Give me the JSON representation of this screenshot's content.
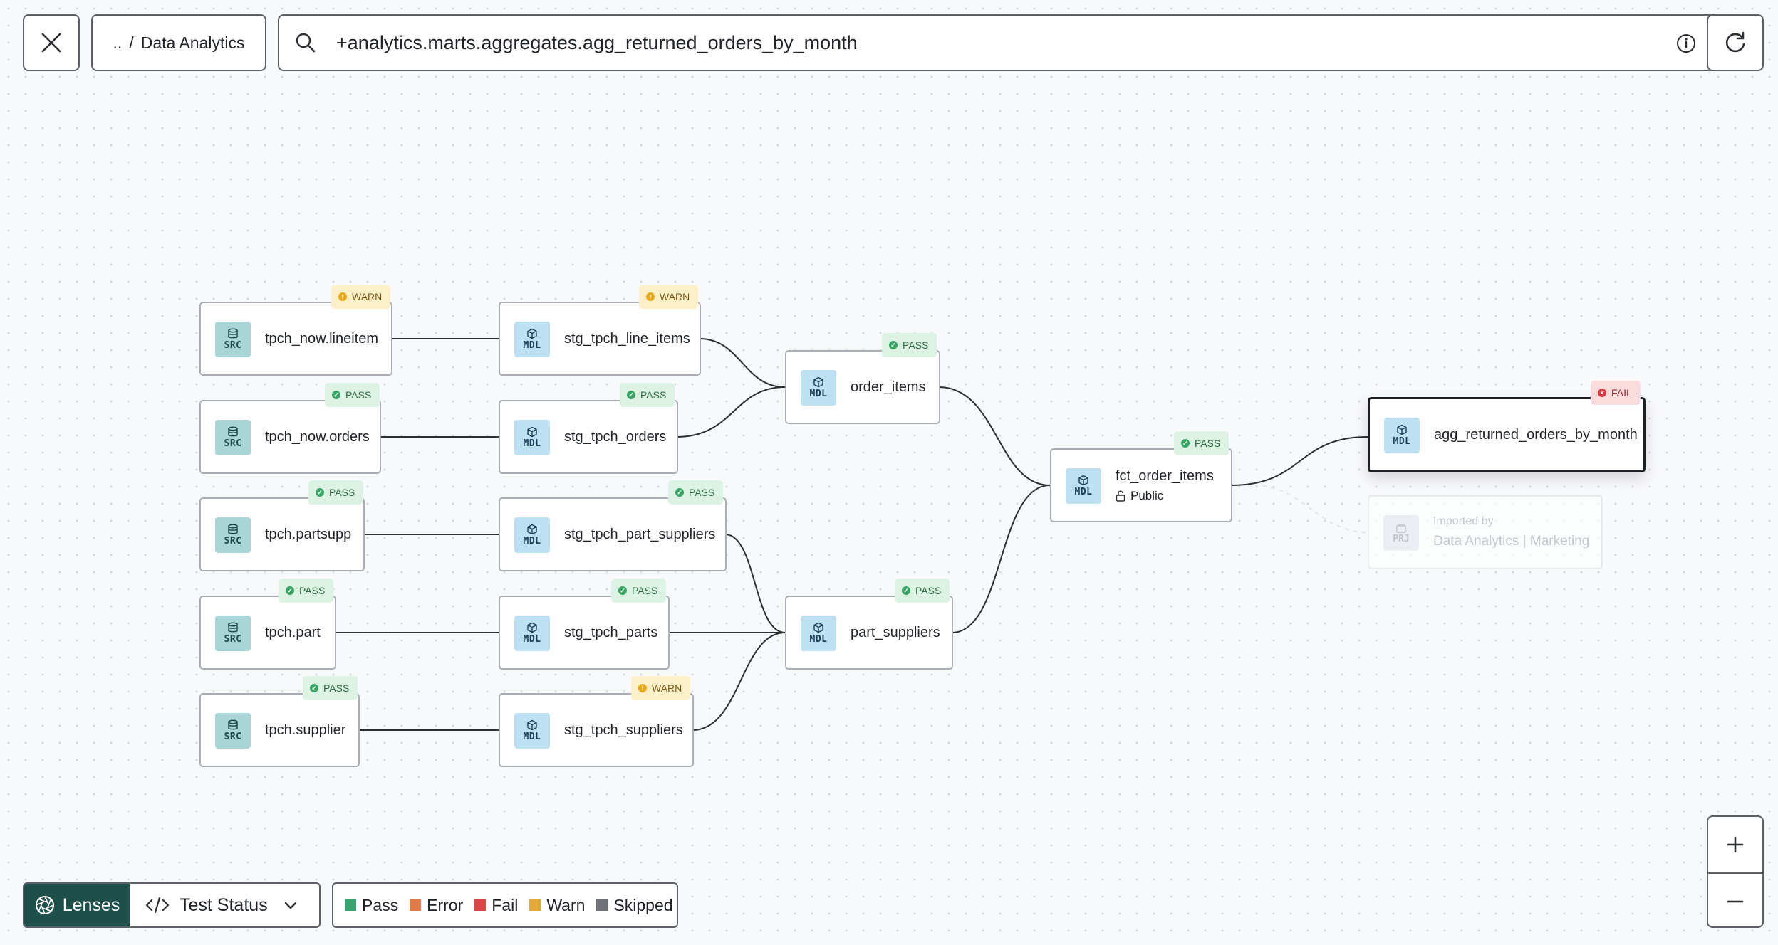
{
  "toolbar": {
    "breadcrumb_parent": "..",
    "breadcrumb_sep": "/",
    "breadcrumb_current": "Data Analytics",
    "search_query": "+analytics.marts.aggregates.agg_returned_orders_by_month"
  },
  "nodes": {
    "tpch_now_lineitem": {
      "type": "SRC",
      "name": "tpch_now.lineitem",
      "status": "WARN"
    },
    "tpch_now_orders": {
      "type": "SRC",
      "name": "tpch_now.orders",
      "status": "PASS"
    },
    "tpch_partsupp": {
      "type": "SRC",
      "name": "tpch.partsupp",
      "status": "PASS"
    },
    "tpch_part": {
      "type": "SRC",
      "name": "tpch.part",
      "status": "PASS"
    },
    "tpch_supplier": {
      "type": "SRC",
      "name": "tpch.supplier",
      "status": "PASS"
    },
    "stg_tpch_line_items": {
      "type": "MDL",
      "name": "stg_tpch_line_items",
      "status": "WARN"
    },
    "stg_tpch_orders": {
      "type": "MDL",
      "name": "stg_tpch_orders",
      "status": "PASS"
    },
    "stg_tpch_part_suppliers": {
      "type": "MDL",
      "name": "stg_tpch_part_suppliers",
      "status": "PASS"
    },
    "stg_tpch_parts": {
      "type": "MDL",
      "name": "stg_tpch_parts",
      "status": "PASS"
    },
    "stg_tpch_suppliers": {
      "type": "MDL",
      "name": "stg_tpch_suppliers",
      "status": "WARN"
    },
    "order_items": {
      "type": "MDL",
      "name": "order_items",
      "status": "PASS"
    },
    "part_suppliers": {
      "type": "MDL",
      "name": "part_suppliers",
      "status": "PASS"
    },
    "fct_order_items": {
      "type": "MDL",
      "name": "fct_order_items",
      "access": "Public",
      "status": "PASS"
    },
    "agg_returned_orders_by_month": {
      "type": "MDL",
      "name": "agg_returned_orders_by_month",
      "status": "FAIL"
    }
  },
  "imported": {
    "type": "PRJ",
    "label": "Imported by",
    "projects": "Data Analytics | Marketing"
  },
  "lenses": {
    "button_label": "Lenses",
    "selected": "Test Status"
  },
  "legend": [
    {
      "label": "Pass",
      "color": "#3aa26d"
    },
    {
      "label": "Error",
      "color": "#e07a4b"
    },
    {
      "label": "Fail",
      "color": "#dc4545"
    },
    {
      "label": "Warn",
      "color": "#e5a93a"
    },
    {
      "label": "Skipped",
      "color": "#6f7378"
    }
  ],
  "colors": {
    "lenses_bg": "#1f4f4b",
    "edge": "#2a2d31"
  }
}
